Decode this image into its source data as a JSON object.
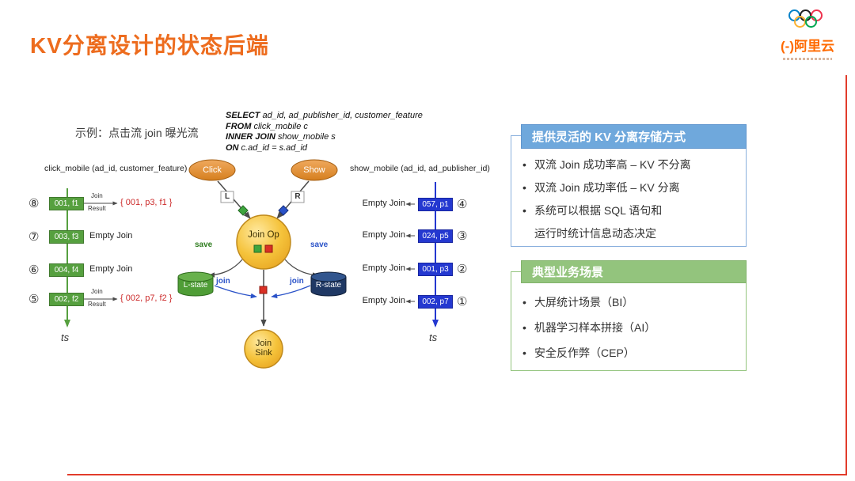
{
  "slide": {
    "title": "KV分离设计的状态后端",
    "logo": "(-)阿里云"
  },
  "ui": {
    "bullet": "•"
  },
  "diagram": {
    "example_label": "示例：点击流 join 曝光流",
    "sql_lines": [
      {
        "kw": "SELECT",
        "rest": " ad_id, ad_publisher_id, customer_feature"
      },
      {
        "kw": "FROM",
        "rest": " click_mobile c"
      },
      {
        "kw": "INNER JOIN",
        "rest": " show_mobile s"
      },
      {
        "kw": "ON",
        "rest": " c.ad_id = s.ad_id"
      }
    ],
    "left_stream_label": "click_mobile (ad_id, customer_feature)",
    "right_stream_label": "show_mobile (ad_id, ad_publisher_id)",
    "click_node": "Click",
    "show_node": "Show",
    "l_tag": "L",
    "r_tag": "R",
    "join_op": "Join Op",
    "join_sink": "Join Sink",
    "l_state": "L-state",
    "r_state": "R-state",
    "save_label": "save",
    "join_label": "join",
    "ts_label": "ts",
    "join_result_top": "Join",
    "join_result_bottom": "Result",
    "left_events": [
      {
        "num": "⑧",
        "record": "001, f1",
        "type": "join",
        "result": "{ 001, p3, f1 }"
      },
      {
        "num": "⑦",
        "record": "003, f3",
        "type": "empty",
        "result": "Empty Join"
      },
      {
        "num": "⑥",
        "record": "004, f4",
        "type": "empty",
        "result": "Empty Join"
      },
      {
        "num": "⑤",
        "record": "002, f2",
        "type": "join",
        "result": "{ 002, p7, f2 }"
      }
    ],
    "right_events": [
      {
        "num": "④",
        "record": "057, p1",
        "result": "Empty Join"
      },
      {
        "num": "③",
        "record": "024, p5",
        "result": "Empty Join"
      },
      {
        "num": "②",
        "record": "001, p3",
        "result": "Empty Join"
      },
      {
        "num": "①",
        "record": "002, p7",
        "result": "Empty Join"
      }
    ]
  },
  "panels": {
    "storage": {
      "header": "提供灵活的 KV 分离存储方式",
      "bullets": [
        "双流 Join 成功率高 – KV 不分离",
        "双流 Join 成功率低 – KV 分离",
        "系统可以根据 SQL 语句和",
        "运行时统计信息动态决定"
      ]
    },
    "scenarios": {
      "header": "典型业务场景",
      "bullets": [
        "大屏统计场景（BI）",
        "机器学习样本拼接（AI）",
        "安全反作弊（CEP）"
      ]
    }
  },
  "colors": {
    "accent_orange": "#ed6c1e",
    "frame_red": "#e23c2b",
    "header_blue": "#6fa8dc",
    "header_green": "#93c47d",
    "stream_green": "#56a03f",
    "stream_blue": "#2438d0",
    "result_red": "#cc2a2a",
    "node_yellow": "#f1c232"
  }
}
